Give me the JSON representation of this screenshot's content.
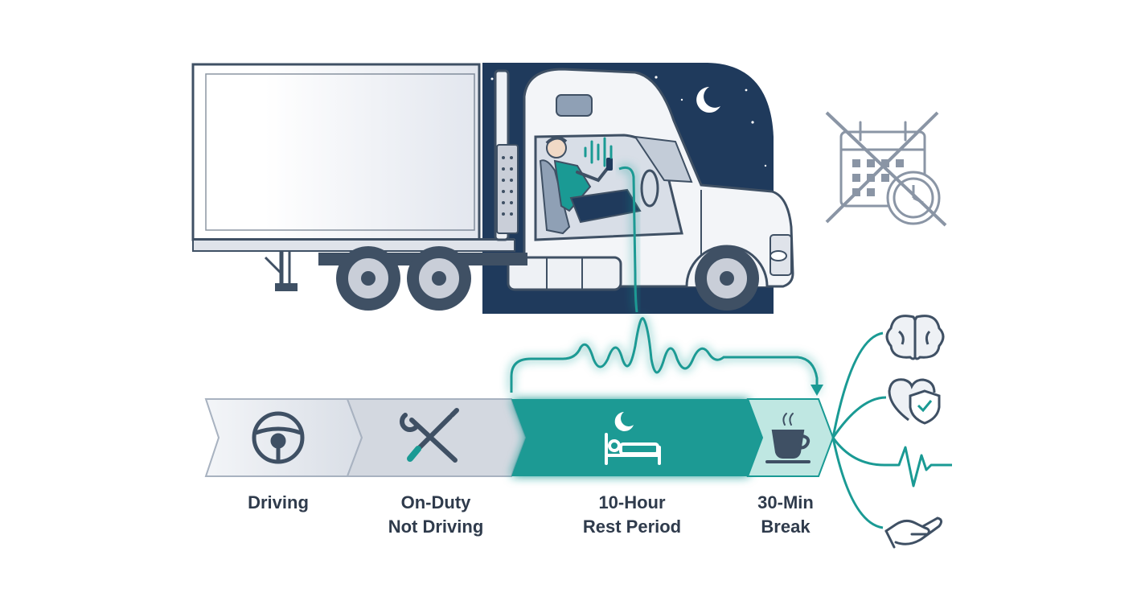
{
  "timeline": {
    "segments": [
      {
        "id": "driving",
        "lines": [
          "Driving"
        ],
        "icon": "steering-wheel-icon"
      },
      {
        "id": "on-duty",
        "lines": [
          "On-Duty",
          "Not Driving"
        ],
        "icon": "wrench-screwdriver-icon"
      },
      {
        "id": "rest",
        "lines": [
          "10-Hour",
          "Rest Period"
        ],
        "icon": "bed-moon-icon"
      },
      {
        "id": "break",
        "lines": [
          "30-Min",
          "Break"
        ],
        "icon": "coffee-cup-icon"
      }
    ]
  },
  "scene": {
    "crossed_icon": "calendar-clock-crossed-icon",
    "benefit_icons": [
      "brain-icon",
      "heart-shield-icon",
      "heartbeat-icon",
      "hand-icon"
    ]
  },
  "colors": {
    "navy": "#1f3a5c",
    "teal": "#1a9a94",
    "teal_light": "#bfe7e2",
    "slate": "#3f5064",
    "gray_segment": "#d3d8e0",
    "text": "#2f3b4c"
  }
}
